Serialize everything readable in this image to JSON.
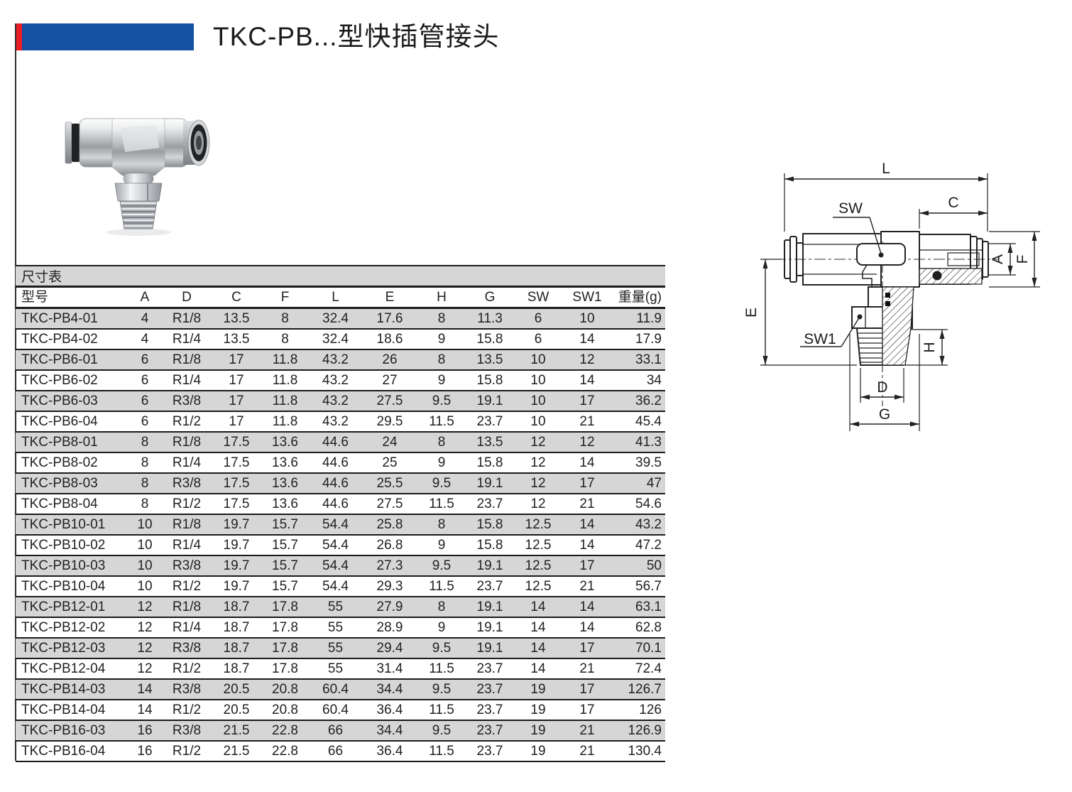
{
  "page": {
    "title": "TKC-PB...型快插管接头"
  },
  "colors": {
    "accent_red": "#ed1c24",
    "accent_blue": "#1550a2",
    "row_gray": "#d6d6d6",
    "line_black": "#1b1b1b"
  },
  "table": {
    "caption": "尺寸表",
    "columns": [
      "型号",
      "A",
      "D",
      "C",
      "F",
      "L",
      "E",
      "H",
      "G",
      "SW",
      "SW1",
      "重量(g)"
    ],
    "rows": [
      [
        "TKC-PB4-01",
        "4",
        "R1/8",
        "13.5",
        "8",
        "32.4",
        "17.6",
        "8",
        "11.3",
        "6",
        "10",
        "11.9"
      ],
      [
        "TKC-PB4-02",
        "4",
        "R1/4",
        "13.5",
        "8",
        "32.4",
        "18.6",
        "9",
        "15.8",
        "6",
        "14",
        "17.9"
      ],
      [
        "TKC-PB6-01",
        "6",
        "R1/8",
        "17",
        "11.8",
        "43.2",
        "26",
        "8",
        "13.5",
        "10",
        "12",
        "33.1"
      ],
      [
        "TKC-PB6-02",
        "6",
        "R1/4",
        "17",
        "11.8",
        "43.2",
        "27",
        "9",
        "15.8",
        "10",
        "14",
        "34"
      ],
      [
        "TKC-PB6-03",
        "6",
        "R3/8",
        "17",
        "11.8",
        "43.2",
        "27.5",
        "9.5",
        "19.1",
        "10",
        "17",
        "36.2"
      ],
      [
        "TKC-PB6-04",
        "6",
        "R1/2",
        "17",
        "11.8",
        "43.2",
        "29.5",
        "11.5",
        "23.7",
        "10",
        "21",
        "45.4"
      ],
      [
        "TKC-PB8-01",
        "8",
        "R1/8",
        "17.5",
        "13.6",
        "44.6",
        "24",
        "8",
        "13.5",
        "12",
        "12",
        "41.3"
      ],
      [
        "TKC-PB8-02",
        "8",
        "R1/4",
        "17.5",
        "13.6",
        "44.6",
        "25",
        "9",
        "15.8",
        "12",
        "14",
        "39.5"
      ],
      [
        "TKC-PB8-03",
        "8",
        "R3/8",
        "17.5",
        "13.6",
        "44.6",
        "25.5",
        "9.5",
        "19.1",
        "12",
        "17",
        "47"
      ],
      [
        "TKC-PB8-04",
        "8",
        "R1/2",
        "17.5",
        "13.6",
        "44.6",
        "27.5",
        "11.5",
        "23.7",
        "12",
        "21",
        "54.6"
      ],
      [
        "TKC-PB10-01",
        "10",
        "R1/8",
        "19.7",
        "15.7",
        "54.4",
        "25.8",
        "8",
        "15.8",
        "12.5",
        "14",
        "43.2"
      ],
      [
        "TKC-PB10-02",
        "10",
        "R1/4",
        "19.7",
        "15.7",
        "54.4",
        "26.8",
        "9",
        "15.8",
        "12.5",
        "14",
        "47.2"
      ],
      [
        "TKC-PB10-03",
        "10",
        "R3/8",
        "19.7",
        "15.7",
        "54.4",
        "27.3",
        "9.5",
        "19.1",
        "12.5",
        "17",
        "50"
      ],
      [
        "TKC-PB10-04",
        "10",
        "R1/2",
        "19.7",
        "15.7",
        "54.4",
        "29.3",
        "11.5",
        "23.7",
        "12.5",
        "21",
        "56.7"
      ],
      [
        "TKC-PB12-01",
        "12",
        "R1/8",
        "18.7",
        "17.8",
        "55",
        "27.9",
        "8",
        "19.1",
        "14",
        "14",
        "63.1"
      ],
      [
        "TKC-PB12-02",
        "12",
        "R1/4",
        "18.7",
        "17.8",
        "55",
        "28.9",
        "9",
        "19.1",
        "14",
        "14",
        "62.8"
      ],
      [
        "TKC-PB12-03",
        "12",
        "R3/8",
        "18.7",
        "17.8",
        "55",
        "29.4",
        "9.5",
        "19.1",
        "14",
        "17",
        "70.1"
      ],
      [
        "TKC-PB12-04",
        "12",
        "R1/2",
        "18.7",
        "17.8",
        "55",
        "31.4",
        "11.5",
        "23.7",
        "14",
        "21",
        "72.4"
      ],
      [
        "TKC-PB14-03",
        "14",
        "R3/8",
        "20.5",
        "20.8",
        "60.4",
        "34.4",
        "9.5",
        "23.7",
        "19",
        "17",
        "126.7"
      ],
      [
        "TKC-PB14-04",
        "14",
        "R1/2",
        "20.5",
        "20.8",
        "60.4",
        "36.4",
        "11.5",
        "23.7",
        "19",
        "17",
        "126"
      ],
      [
        "TKC-PB16-03",
        "16",
        "R3/8",
        "21.5",
        "22.8",
        "66",
        "34.4",
        "9.5",
        "23.7",
        "19",
        "21",
        "126.9"
      ],
      [
        "TKC-PB16-04",
        "16",
        "R1/2",
        "21.5",
        "22.8",
        "66",
        "36.4",
        "11.5",
        "23.7",
        "19",
        "21",
        "130.4"
      ]
    ]
  },
  "diagram": {
    "labels": {
      "L": "L",
      "C": "C",
      "SW": "SW",
      "A": "A",
      "F": "F",
      "E": "E",
      "SW1": "SW1",
      "H": "H",
      "D": "D",
      "G": "G"
    }
  }
}
